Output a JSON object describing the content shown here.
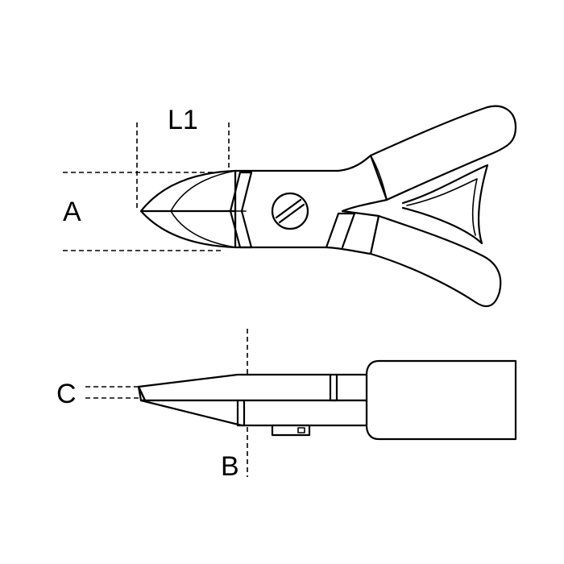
{
  "labels": {
    "L1": "L1",
    "A": "A",
    "B": "B",
    "C": "C"
  },
  "colors": {
    "ink": "#000000",
    "background": "#ffffff"
  }
}
